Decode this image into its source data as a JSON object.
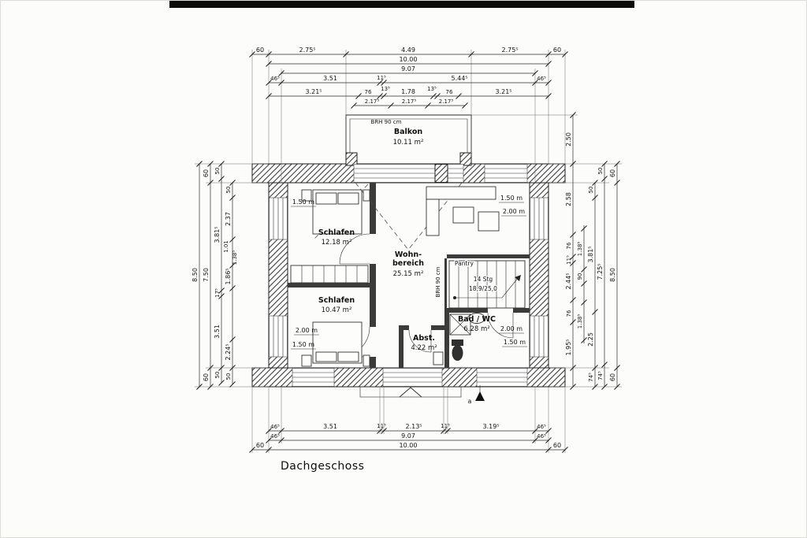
{
  "page": {
    "title": "Dachgeschoss"
  },
  "plan": {
    "balcony": {
      "brh": "BRH 90 cm",
      "name": "Balkon",
      "area": "10.11 m²"
    },
    "rooms": {
      "schlafen1": {
        "name": "Schlafen",
        "area": "12.18 m²"
      },
      "wohnbereich": {
        "name_line1": "Wohn-",
        "name_line2": "bereich",
        "area": "25.15 m²"
      },
      "schlafen2": {
        "name": "Schlafen",
        "area": "10.47 m²"
      },
      "bad_wc": {
        "name": "Bad / WC",
        "area": "6.28 m²"
      },
      "abstellraum": {
        "name": "Abst.",
        "area": "4.22 m²"
      },
      "pantry": {
        "name": "Pantry"
      }
    },
    "stairs": {
      "count": "14 Stg",
      "dimensions": "18,9/25,0",
      "parapet": "BRH 90 cm"
    },
    "window_labels": {
      "tl1": "1.50 m",
      "tr1": "1.50 m",
      "tr2": "2.00 m",
      "bl1": "2.00 m",
      "bl2": "1.50 m",
      "br1": "2.00 m",
      "br2": "1.50 m"
    },
    "section_marker": "a"
  },
  "dims": {
    "top": {
      "r1": [
        "60",
        "2.75⁵",
        "4.49",
        "2.75⁵",
        "60"
      ],
      "r2": [
        "10.00"
      ],
      "r3": [
        "9.07"
      ],
      "r4": [
        "46⁵",
        "3.51",
        "11⁵",
        "5.44⁵",
        "46⁵"
      ],
      "r5": [
        "3.21⁵",
        "76",
        "13⁵",
        "1.78",
        "13⁵",
        "76",
        "3.21⁵"
      ],
      "r6": [
        "2.17⁵",
        "2.17⁵",
        "2.17⁵"
      ]
    },
    "bottom": {
      "r1": [
        "46⁵",
        "3.51",
        "11⁵",
        "2.13⁵",
        "11⁵",
        "3.19⁵",
        "46⁵"
      ],
      "r2": [
        "46⁵",
        "9.07",
        "46⁵"
      ],
      "r3": [
        "60",
        "10.00",
        "60"
      ]
    },
    "left": {
      "c1": [
        "8.50"
      ],
      "c2": [
        "60",
        "7.50",
        "60"
      ],
      "c3": [
        "50",
        "3.81⁵",
        "17⁵",
        "3.51",
        "50"
      ],
      "c4": [
        "50",
        "2.37",
        "1.01",
        "1.38⁵",
        "1.86⁵",
        "2.24⁵",
        "50"
      ]
    },
    "right": {
      "balcony": [
        "2.50"
      ],
      "c5": [
        "2.58",
        "76",
        "11⁵",
        "2.44⁵",
        "76",
        "1.95⁵"
      ],
      "c4": [
        "1.38⁵",
        "90",
        "1.38⁵"
      ],
      "c3": [
        "50",
        "3.81⁵",
        "2.25",
        "74⁵"
      ],
      "c2": [
        "50",
        "7.25⁵",
        "74⁵"
      ],
      "c1": [
        "60",
        "8.50",
        "60"
      ]
    }
  }
}
